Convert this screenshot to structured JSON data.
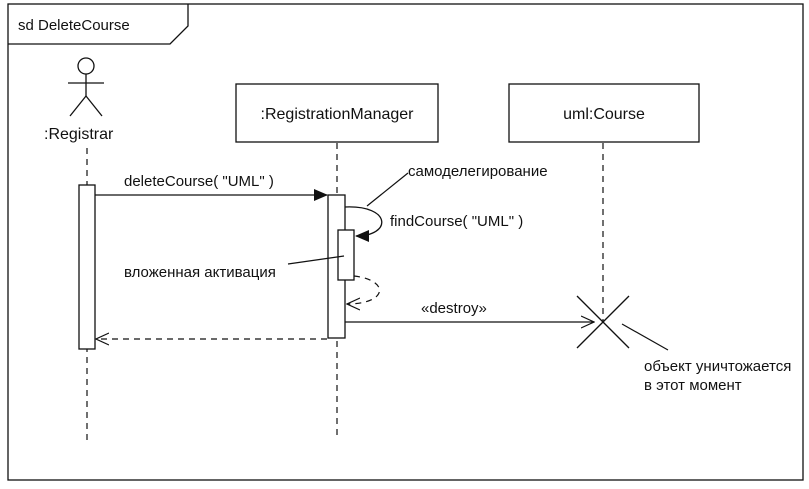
{
  "frame": {
    "title": "sd DeleteCourse"
  },
  "actor": {
    "name": ":Registrar",
    "icon": "stick-figure-icon"
  },
  "lifelines": [
    {
      "id": "registration-manager",
      "label": ":RegistrationManager"
    },
    {
      "id": "course",
      "label": "uml:Course"
    }
  ],
  "messages": {
    "delete_course": "deleteCourse( \"UML\" )",
    "find_course": "findCourse( \"UML\" )",
    "destroy": "«destroy»"
  },
  "notes": {
    "self_delegation": "самоделегирование",
    "nested_activation": "вложенная активация",
    "destroy_line1": "объект уничтожается",
    "destroy_line2": "в этот момент"
  },
  "colors": {
    "line": "#1a1a1a",
    "background": "#ffffff"
  }
}
